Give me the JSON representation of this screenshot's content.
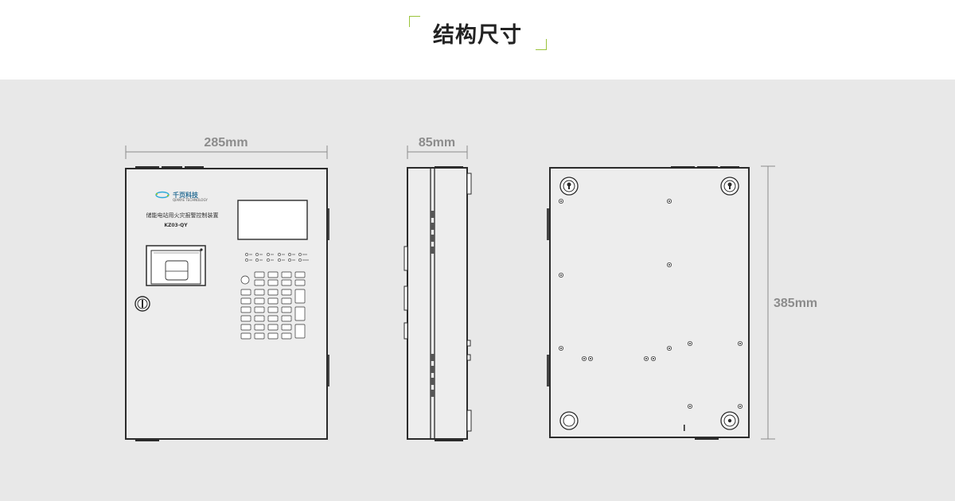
{
  "title": "结构尺寸",
  "colors": {
    "accent": "#9ac43b",
    "dimension": "#8c8c8c",
    "outline": "#2b2b2b",
    "panel": "#e8e8e8"
  },
  "dimensions": {
    "width": "285mm",
    "depth": "85mm",
    "height": "385mm"
  },
  "front_panel": {
    "brand_name": "千页科技",
    "brand_tagline": "QIANYE TECHNOLOGY",
    "product_name": "储能电站用火灾报警控制装置",
    "model": "KZ03-QY"
  },
  "icons": [
    "brand-logo-icon",
    "lock-icon",
    "printer-icon",
    "keyhole-mount-icon",
    "screw-icon"
  ]
}
